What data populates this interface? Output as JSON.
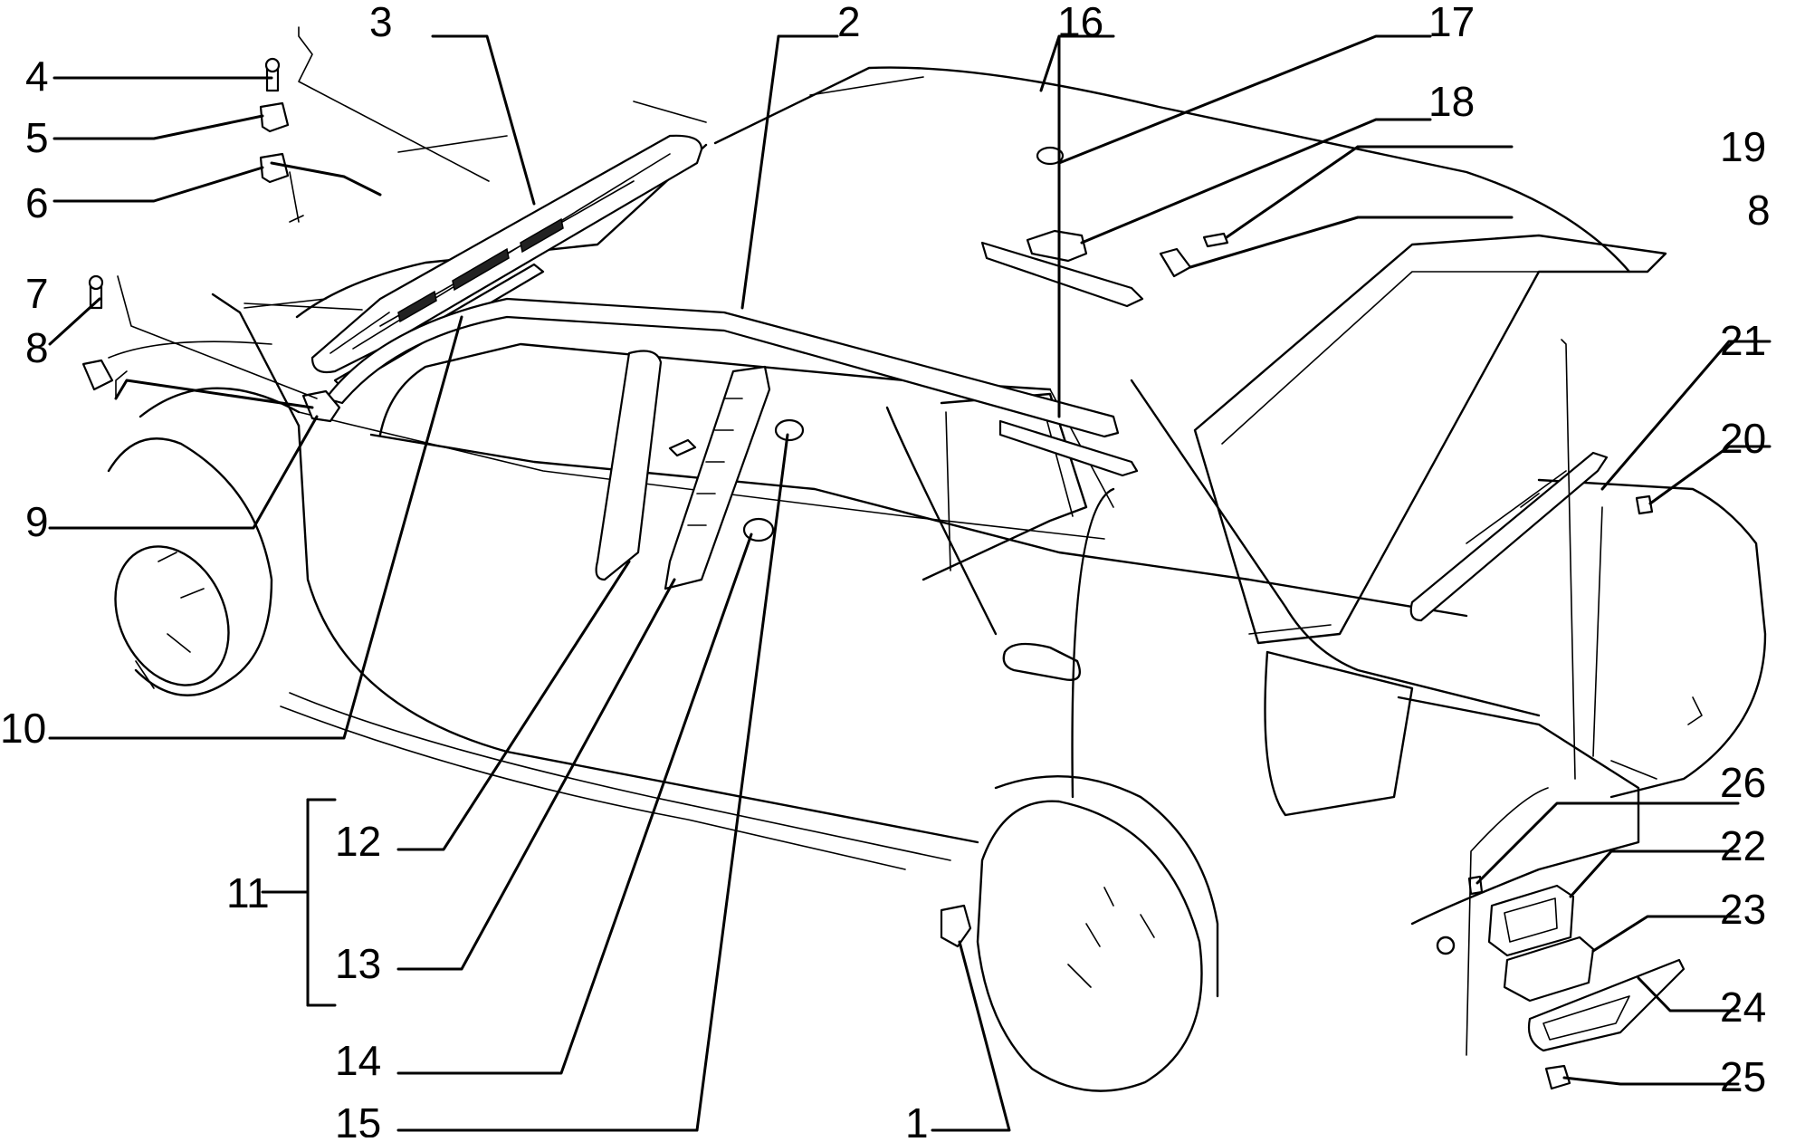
{
  "diagram": {
    "labels": {
      "l1": "1",
      "l2": "2",
      "l3": "3",
      "l4": "4",
      "l5": "5",
      "l6": "6",
      "l7": "7",
      "l8a": "8",
      "l8b": "8",
      "l9": "9",
      "l10": "10",
      "l11": "11",
      "l12": "12",
      "l13": "13",
      "l14": "14",
      "l15": "15",
      "l16": "16",
      "l17": "17",
      "l18": "18",
      "l19": "19",
      "l20": "20",
      "l21": "21",
      "l22": "22",
      "l23": "23",
      "l24": "24",
      "l25": "25",
      "l26": "26"
    }
  }
}
